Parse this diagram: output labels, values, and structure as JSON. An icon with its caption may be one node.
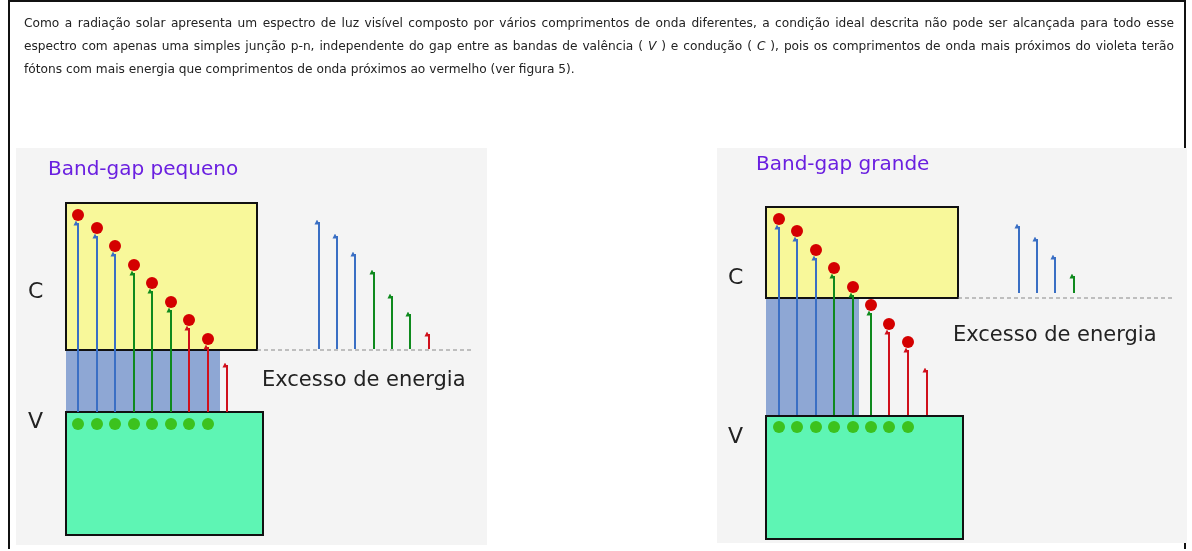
{
  "diagram": {
    "labels": [
      "Como a radiação solar apresenta um espectro de luz visível composto por vários comprimentos de onda diferentes, a condição ideal descrita não pode ser alcançada para todo esse espectro com apenas uma simples junção p-n, independente do gap entre as bandas de valência ( *V* ) e condução ( *C* ), pois os comprimentos de onda mais próximos do violeta terão fótons com mais energia que comprimentos de onda próximos ao vermelho (ver figura 5).",
      "Band-gap pequeno",
      "C",
      "V",
      "Excesso de energia",
      "Band-gap grande",
      "C",
      "V",
      "Excesso de energia"
    ]
  }
}
